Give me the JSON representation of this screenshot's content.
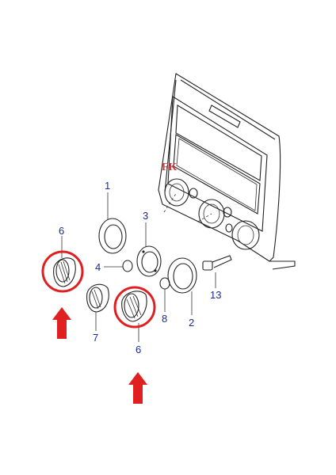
{
  "diagram": {
    "part_labels": {
      "p1": "1",
      "p2": "2",
      "p3": "3",
      "p4": "4",
      "p6_top": "6",
      "p6_bottom": "6",
      "p7": "7",
      "p8": "8",
      "p13": "13"
    },
    "watermark": "FK",
    "highlight_color": "#e02020",
    "label_color": "#1a2a9a",
    "highlighted_parts": [
      "6",
      "6"
    ]
  }
}
